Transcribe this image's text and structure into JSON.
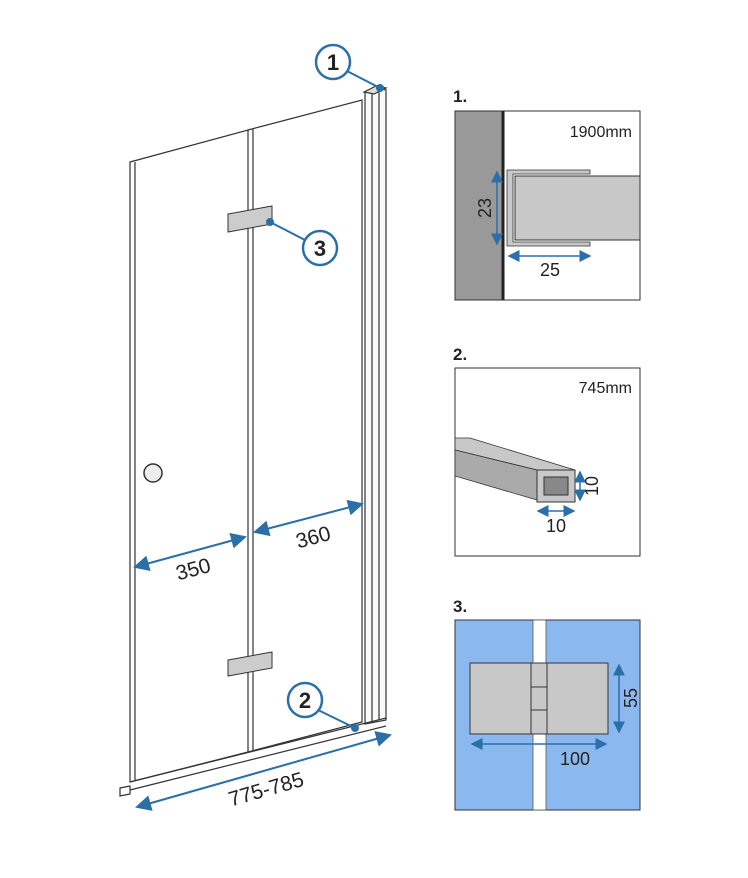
{
  "colors": {
    "accent": "#2a6fa8",
    "wall": "#999999",
    "profile": "#c8c8c8",
    "glass_blue": "#8cb8f0"
  },
  "callouts": [
    "1",
    "2",
    "3"
  ],
  "main_dimensions": {
    "left_panel": "350",
    "right_panel": "360",
    "total_width": "775-785"
  },
  "details": [
    {
      "heading": "1.",
      "length": "1900mm",
      "height_dim": "23",
      "width_dim": "25"
    },
    {
      "heading": "2.",
      "length": "745mm",
      "height_dim": "10",
      "width_dim": "10"
    },
    {
      "heading": "3.",
      "height_dim": "55",
      "width_dim": "100"
    }
  ]
}
